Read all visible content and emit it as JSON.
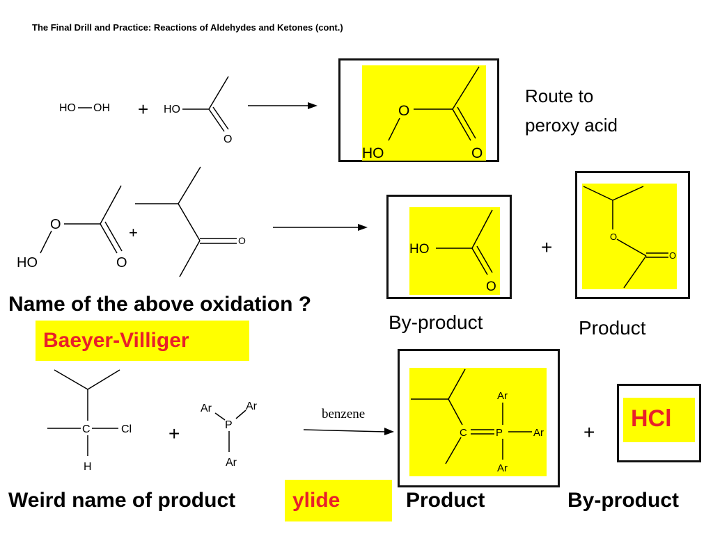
{
  "title": "The Final Drill and Practice: Reactions of Aldehydes and Ketones (cont.)",
  "reaction1": {
    "reactant_a": {
      "left": "HO",
      "right": "OH"
    },
    "plus": "+",
    "reactant_b": {
      "ho": "HO",
      "o": "O"
    },
    "product": {
      "o_top": "O",
      "ho": "HO",
      "o_right": "O"
    },
    "note_line1": "Route to",
    "note_line2": "peroxy acid"
  },
  "reaction2": {
    "reactant_a": {
      "o_top": "O",
      "ho": "HO",
      "o_right": "O"
    },
    "plus": "+",
    "reactant_b": {
      "o": "O"
    },
    "byproduct": {
      "ho": "HO",
      "o": "O"
    },
    "plus2": "+",
    "product": {
      "o_mid": "O",
      "o_right": "O"
    },
    "question": "Name of the above oxidation ?",
    "answer": "Baeyer-Villiger",
    "byproduct_label": "By-product",
    "product_label": "Product"
  },
  "reaction3": {
    "reactant_a": {
      "c": "C",
      "cl": "Cl",
      "h": "H"
    },
    "plus": "+",
    "reactant_b": {
      "ar1": "Ar",
      "ar2": "Ar",
      "p": "P",
      "ar3": "Ar"
    },
    "solvent": "benzene",
    "product": {
      "ar_top": "Ar",
      "c": "C",
      "p": "P",
      "ar_right": "Ar",
      "ar_bottom": "Ar"
    },
    "plus2": "+",
    "byproduct": "HCl",
    "question": "Weird name of product",
    "answer": "ylide",
    "product_label": "Product",
    "byproduct_label": "By-product"
  },
  "colors": {
    "highlight": "#ffff00",
    "answer": "#e8202a"
  }
}
